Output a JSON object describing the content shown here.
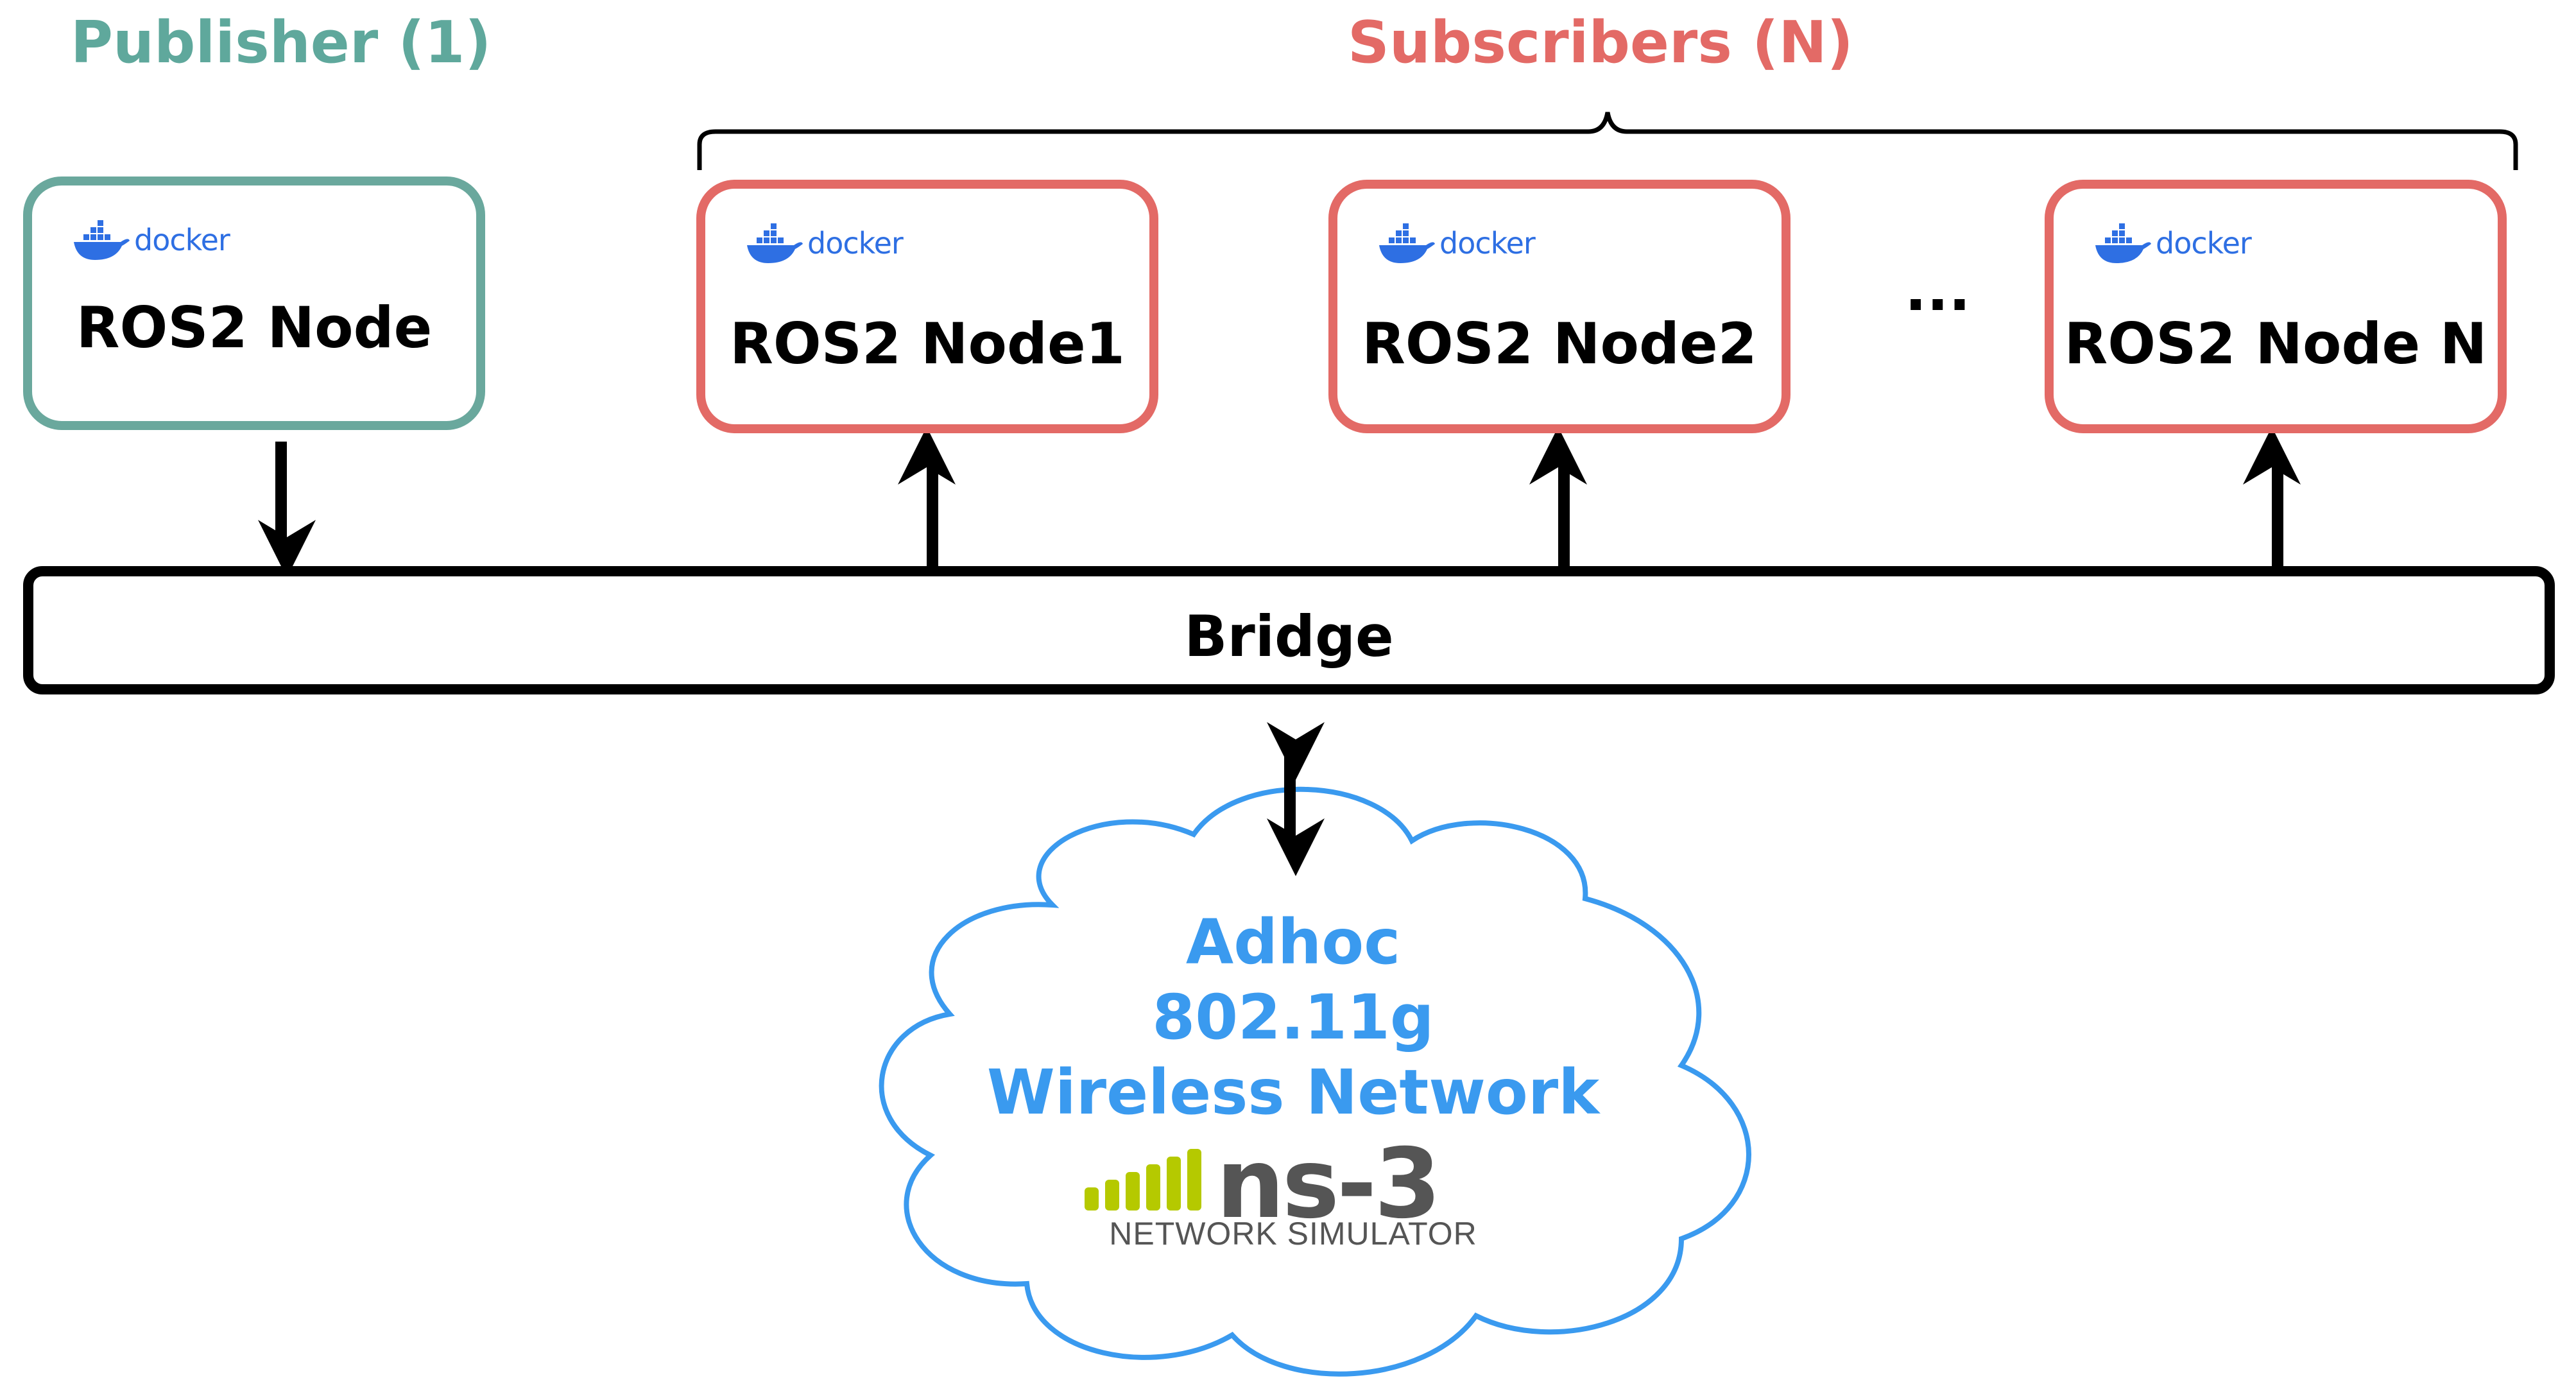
{
  "publisher": {
    "group_label": "Publisher (1)",
    "node": {
      "logo": "docker",
      "label": "ROS2 Node"
    }
  },
  "subscribers": {
    "group_label": "Subscribers (N)",
    "nodes": [
      {
        "logo": "docker",
        "label": "ROS2 Node1"
      },
      {
        "logo": "docker",
        "label": "ROS2 Node2"
      },
      {
        "logo": "docker",
        "label": "ROS2 Node N"
      }
    ],
    "ellipsis": "..."
  },
  "bridge": {
    "label": "Bridge"
  },
  "network": {
    "lines": [
      "Adhoc",
      "802.11g",
      "Wireless Network"
    ],
    "logo": {
      "word": "ns-3",
      "caption": "NETWORK SIMULATOR"
    }
  },
  "colors": {
    "publisher": "#5fa89c",
    "subscriber": "#e36a66",
    "network": "#3a9aef",
    "docker": "#2e6fe3",
    "ns3_bars": "#b5c900"
  }
}
